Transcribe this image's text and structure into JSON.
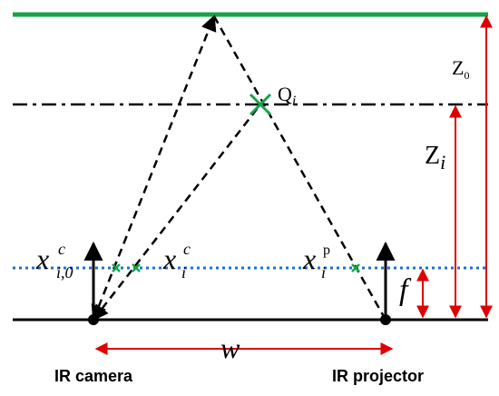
{
  "colors": {
    "reference_plane": "#16a34a",
    "optical_axis_line": "#1f6fd1",
    "measurement_arrow": "#e00000",
    "baseline": "#000000",
    "ray": "#000000",
    "point_marker": "#16a34a",
    "device_dot": "#000000"
  },
  "labels": {
    "q": "Q",
    "q_sub": "i",
    "z0": "Z",
    "z0_sub": "0",
    "zi": "Z",
    "zi_sub": "i",
    "xc0": "x",
    "xc0_sup": "c",
    "xc0_sub": "i,0",
    "xci": "x",
    "xci_sup": "c",
    "xci_sub": "i",
    "xpi": "x",
    "xpi_sup": "p",
    "xpi_sub": "i",
    "f": "f",
    "w": "w",
    "ir_camera": "IR camera",
    "ir_projector": "IR projector"
  }
}
